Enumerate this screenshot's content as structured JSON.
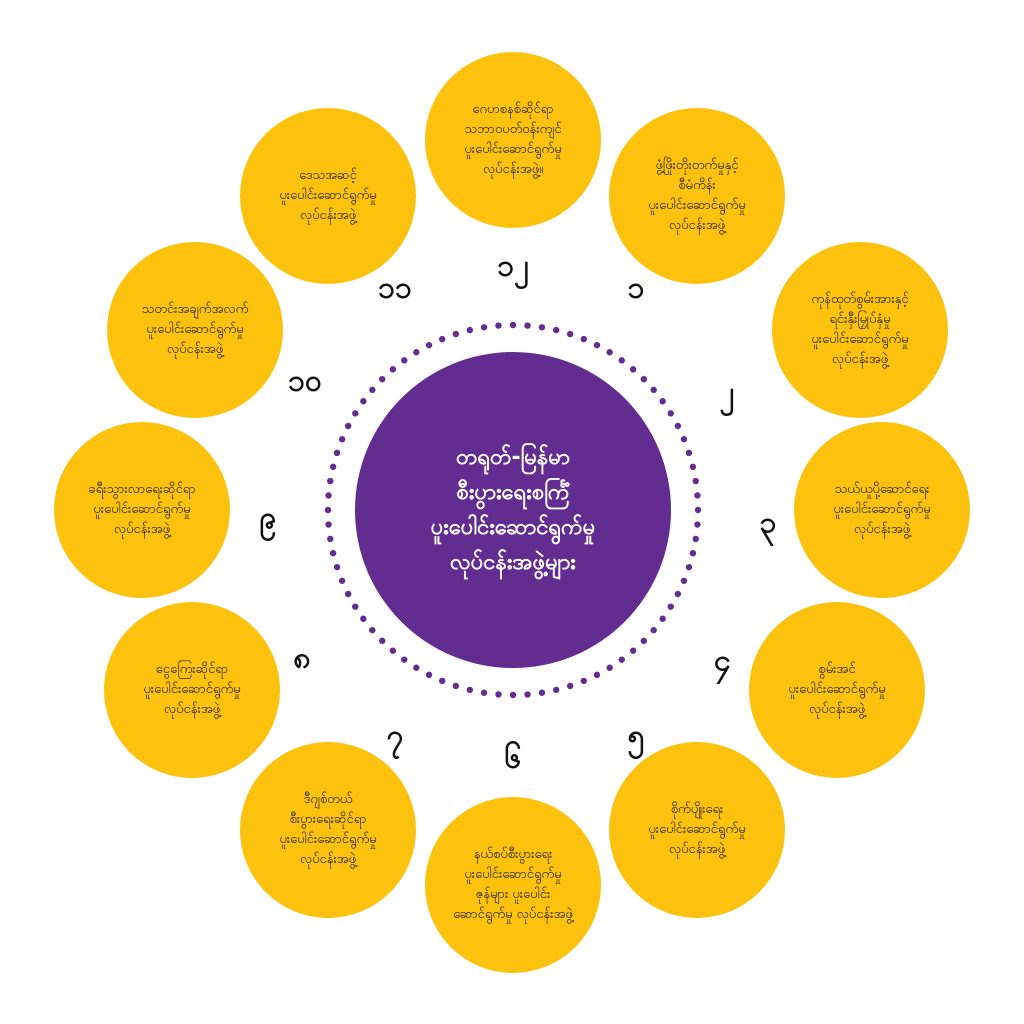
{
  "colors": {
    "circle": "#FCC20E",
    "center": "#632C91",
    "dots": "#632C91"
  },
  "center_title": "တရုတ်-မြန်မာ\nစီးပွားရေးစင်္ကြံ\nပူးပေါင်းဆောင်ရွက်မှု\nလုပ်ငန်းအဖွဲ့များ",
  "items": [
    {
      "num": "၁၂",
      "text": "ဂေဟစနစ်ဆိုင်ရာ\nသဘာဝပတ်ဝန်းကျင်\nပူးပေါင်းဆောင်ရွက်မှု\nလုပ်ငန်းအဖွဲ့။"
    },
    {
      "num": "၁",
      "text": "ဖွံ့ဖြိုးတိုးတက်မှုနှင့်\nစီမံကိန်း\nပူးပေါင်းဆောင်ရွက်မှု\nလုပ်ငန်းအဖွဲ့"
    },
    {
      "num": "၂",
      "text": "ကုန်ထုတ်စွမ်းအားနှင့်\nရင်းနှီးမြှုပ်နှံမှု\nပူးပေါင်းဆောင်ရွက်မှု\nလုပ်ငန်းအဖွဲ့"
    },
    {
      "num": "၃",
      "text": "သယ်ယူပို့ဆောင်ရေး\nပူးပေါင်းဆောင်ရွက်မှု\nလုပ်ငန်းအဖွဲ့"
    },
    {
      "num": "၄",
      "text": "စွမ်းအင်\nပူးပေါင်းဆောင်ရွက်မှု\nလုပ်ငန်းအဖွဲ့"
    },
    {
      "num": "၅",
      "text": "စိုက်ပျိုးရေး\nပူးပေါင်းဆောင်ရွက်မှု\nလုပ်ငန်းအဖွဲ့"
    },
    {
      "num": "၆",
      "text": "နယ်စပ်စီးပွားရေး\nပူးပေါင်းဆောင်ရွက်မှု\nဇုန်များ ပူးပေါင်း\nဆောင်ရွက်မှု လုပ်ငန်းအဖွဲ့"
    },
    {
      "num": "၇",
      "text": "ဒီဂျစ်တယ်\nစီးပွားရေးဆိုင်ရာ\nပူးပေါင်းဆောင်ရွက်မှု\nလုပ်ငန်းအဖွဲ့"
    },
    {
      "num": "၈",
      "text": "ငွေကြေးဆိုင်ရာ\nပူးပေါင်းဆောင်ရွက်မှု\nလုပ်ငန်းအဖွဲ့"
    },
    {
      "num": "၉",
      "text": "ခရီးသွားလာရေးဆိုင်ရာ\nပူးပေါင်းဆောင်ရွက်မှု\nလုပ်ငန်းအဖွဲ့"
    },
    {
      "num": "၁၀",
      "text": "သတင်းအချက်အလက်\nပူးပေါင်းဆောင်ရွက်မှု\nလုပ်ငန်းအဖွဲ့"
    },
    {
      "num": "၁၁",
      "text": "ဒေသအဆင့်\nပူးပေါင်းဆောင်ရွက်မှု\nလုပ်ငန်းအဖွဲ့"
    }
  ]
}
